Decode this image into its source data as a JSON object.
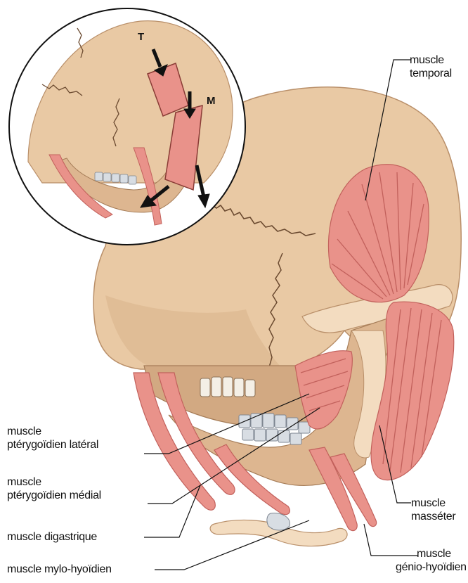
{
  "colors": {
    "bone": "#e9c9a4",
    "bone_shadow": "#c9a27c",
    "bone_light": "#f3dcc0",
    "muscle": "#e9928a",
    "muscle_dark": "#c2615c",
    "muscle_light": "#f5b5ac",
    "teeth": "#d8dde3",
    "line": "#111111"
  },
  "inset": {
    "arrow_T": "T",
    "arrow_M": "M"
  },
  "labels": {
    "temporal": [
      "muscle",
      "temporal"
    ],
    "masseter": [
      "muscle",
      "masséter"
    ],
    "genio": [
      "muscle",
      "génio-hyoïdien"
    ],
    "pterygoid_lateral": [
      "muscle",
      "ptérygoïdien latéral"
    ],
    "pterygoid_medial": [
      "muscle",
      "ptérygoïdien médial"
    ],
    "digastric": "muscle digastrique",
    "mylohyoid": "muscle mylo-hyoïdien"
  }
}
